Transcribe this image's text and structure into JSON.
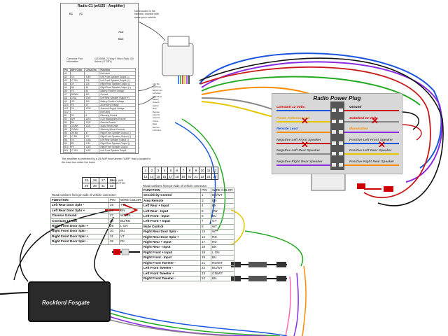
{
  "doc": {
    "title": "Radio C1 (w/UZ6 - Amplifier)",
    "pin_a1": "A1",
    "pin_b1": "B1",
    "pin_a12": "A12",
    "pin_b12": "B12",
    "callout": "Not included in the harness, connect with same pin in vehicle",
    "info_rows": [
      {
        "label": "Connector Part Information",
        "value": "12110688, 24-Way F Micro-Pack 100 Series (LT GRY)"
      }
    ],
    "pin_header": [
      "Pin",
      "Wire Color",
      "Circuit No.",
      "Function"
    ],
    "pins": [
      [
        "A1",
        "-",
        "-",
        "Not Used"
      ],
      [
        "A2",
        "TN",
        "1150",
        "Left Front Speaker Output (-)"
      ],
      [
        "A3",
        "LT GN",
        "116",
        "Left Front Speaker Output (+)"
      ],
      [
        "A4",
        "GY",
        "115",
        "Right Rear Speaker Output (-)"
      ],
      [
        "A5",
        "BN",
        "46",
        "Right Rear Speaker Output (+)"
      ],
      [
        "A6",
        "YE",
        "50",
        "Battery Positive Voltage"
      ],
      [
        "A7",
        "BK/WH",
        "451",
        "Ground"
      ],
      [
        "A8",
        "D BU",
        "1146",
        "Left Rear Speaker Output (+)"
      ],
      [
        "A9",
        "OG",
        "340",
        "Battery Positive Voltage"
      ],
      [
        "A10",
        "YE",
        "43",
        "Accessory Voltage"
      ],
      [
        "A11",
        "PU",
        "1230",
        "Antenna Supply Voltage"
      ],
      [
        "A12",
        "-",
        "-",
        "Not Used"
      ],
      [
        "B1",
        "GY",
        "8",
        "Dimming Control"
      ],
      [
        "B2",
        "WH",
        "1316",
        "LCD Backlighting Ground"
      ],
      [
        "B3",
        "BN",
        "1232",
        "Remote Enable"
      ],
      [
        "B4",
        "OG/BK",
        "1231",
        "Audio Serial Data"
      ],
      [
        "B5",
        "TN/WH",
        "",
        "Steering Wheel Controls"
      ],
      [
        "B6",
        "DK BU",
        "47",
        "Right Front Speaker Output (-)"
      ],
      [
        "B7",
        "LT BU",
        "117",
        "Right Front Speaker Output (+)"
      ],
      [
        "B8",
        "TN",
        "1148",
        "Left Rear Speaker Output (-)"
      ],
      [
        "B9",
        "BK",
        "1151",
        "Right Rear Speaker Output (-)"
      ],
      [
        "B10",
        "YE",
        "1149",
        "Right Front Speaker Output"
      ],
      [
        "B11",
        "LT GN",
        "1152",
        "Left Front Speaker Output"
      ],
      [
        "B12",
        "-",
        "-",
        "Chime Output"
      ]
    ]
  },
  "harness_tags": [
    "A12 Pin",
    "Left Front",
    "Right Front",
    "Left Rear",
    "Right Rear",
    "Battery",
    "Ground",
    "Ignition",
    "Illum",
    "Remote",
    "Amp On",
    "Antenna",
    "Chime",
    "Data",
    "Dimmer",
    "LCD Gnd"
  ],
  "radio_plug": {
    "title": "Radio Power Plug",
    "left": [
      "Constant 12 Volts",
      "Power Antenna Lead",
      "Remote Lead",
      "Negative Left Front Speaker",
      "Negative Left Rear Speaker",
      "Negative Right Rear Speaker"
    ],
    "right": [
      "Ground",
      "Switched 12 Volts",
      "Illumination",
      "Positive Left Front Speaker",
      "Positive Left Rear Speaker",
      "Positive Right Rear Speaker"
    ]
  },
  "fuse": {
    "note": "The amplifier is protected by a 25 AMP fuse labeled \"AMP\" that is located in the fuse box under the hood.",
    "grid_top": [
      "25",
      "26",
      "27",
      "28"
    ],
    "grid_bottom": [
      "29",
      "30",
      "31",
      "32"
    ],
    "label": "SMALL AMP CONNECTOR"
  },
  "large_connector": {
    "top": [
      "1",
      "2",
      "3",
      "4",
      "5",
      "6",
      "7",
      "8",
      "9",
      "10",
      "11",
      "12"
    ],
    "bottom": [
      "13",
      "14",
      "15",
      "16",
      "17",
      "18",
      "19",
      "20",
      "21",
      "22",
      "23",
      "24"
    ],
    "label": "Large amp connector"
  },
  "left_table": {
    "note": "Read numbers from pin side of vehicle connector",
    "header": [
      "FUNCTION",
      "PIN",
      "WIRE COLOR"
    ],
    "rows": [
      [
        "Left Rear Door Spkr -",
        "25",
        "YW"
      ],
      [
        "Left Rear Door Spkr +",
        "26",
        "BN"
      ],
      [
        "Chassis Ground",
        "27",
        "WT/BK"
      ],
      [
        "Constant 12 Volt",
        "28",
        "BU/RD"
      ],
      [
        "Right Front Door Spkr +",
        "29",
        "L GN"
      ],
      [
        "Right Front Door Spkr -",
        "30",
        "BU"
      ],
      [
        "Right Front Door Spkr +",
        "31",
        "VT"
      ],
      [
        "Right Front Door Spkr -",
        "32",
        "PK"
      ]
    ]
  },
  "right_table": {
    "note": "Read numbers from pin side of vehicle connector",
    "header": [
      "FUNCTION",
      "PIN",
      "WIRE COLOR"
    ],
    "rows": [
      [
        "Sensitivity Control",
        "1",
        "BK/WT"
      ],
      [
        "Amp Remote",
        "3",
        "BN"
      ],
      [
        "Left Rear + Input",
        "4",
        "BK"
      ],
      [
        "Left Rear - Input",
        "5",
        "YW"
      ],
      [
        "Left Front - Input",
        "6",
        "BU"
      ],
      [
        "Left Front + Input",
        "7",
        "GY"
      ],
      [
        "Mute Control",
        "8",
        "WT"
      ],
      [
        "Right Rear Door Spkr -",
        "13",
        "WT"
      ],
      [
        "Right Rear Door Spkr +",
        "14",
        "RD"
      ],
      [
        "Right Rear + Input",
        "17",
        "RD"
      ],
      [
        "Right Rear - Input",
        "18",
        "BN"
      ],
      [
        "Right Front + Input",
        "18",
        "L GN"
      ],
      [
        "Right Front - Input",
        "19",
        "BU"
      ],
      [
        "Right Front Tweeter -",
        "21",
        "RD/WT"
      ],
      [
        "Left Front Tweeter -",
        "22",
        "BU/WT"
      ],
      [
        "Left Front Tweeter +",
        "23",
        "GN/WT"
      ],
      [
        "Right Front Tweeter -",
        "24",
        "BN"
      ]
    ]
  },
  "amp": {
    "brand": "Rockford Fosgate"
  }
}
